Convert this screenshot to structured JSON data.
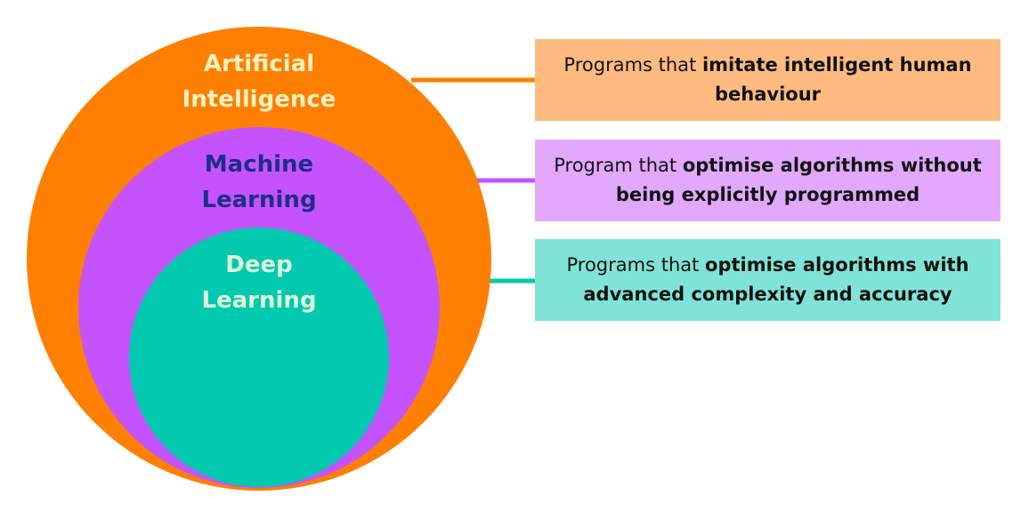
{
  "colors": {
    "ai_circle": "#FF7F00",
    "ml_circle": "#C453FD",
    "dl_circle": "#00C9B0",
    "ai_label": "#FFF2C0",
    "ml_label": "#1F2D86",
    "dl_label": "#DDF8D8",
    "ai_box": "#FFBB7F",
    "ml_box": "#E2A8FE",
    "dl_box": "#7FE4D7"
  },
  "circles": {
    "ai": {
      "label_line1": "Artificial",
      "label_line2": "Intelligence"
    },
    "ml": {
      "label_line1": "Machine",
      "label_line2": "Learning"
    },
    "dl": {
      "label_line1": "Deep",
      "label_line2": "Learning"
    }
  },
  "definitions": {
    "ai": {
      "plain": "Programs that ",
      "bold": "imitate intelligent human behaviour"
    },
    "ml": {
      "plain": "Program that ",
      "bold": "optimise algorithms without being explicitly programmed"
    },
    "dl": {
      "plain": "Programs that ",
      "bold": "optimise algorithms with advanced complexity and accuracy"
    }
  }
}
